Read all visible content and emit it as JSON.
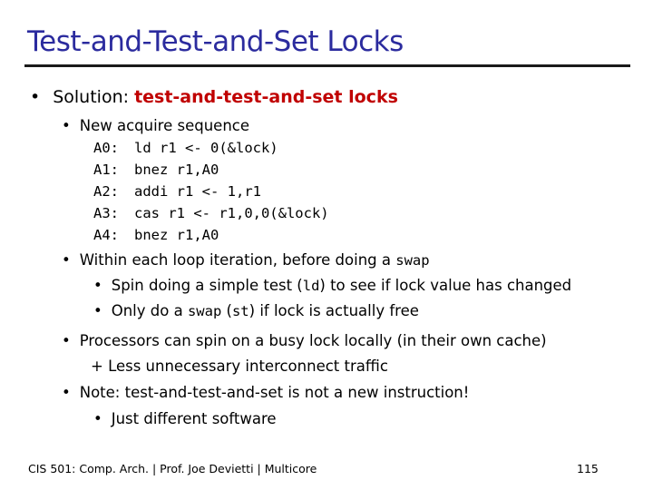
{
  "title": "Test-and-Test-and-Set Locks",
  "bullet1": {
    "prefix": "Solution: ",
    "emphasis": "test-and-test-and-set locks"
  },
  "acquire": {
    "label": "New acquire sequence"
  },
  "code": [
    {
      "label": "A0:",
      "text": "ld r1 <- 0(&lock)"
    },
    {
      "label": "A1:",
      "text": "bnez r1,A0"
    },
    {
      "label": "A2:",
      "text": "addi r1 <- 1,r1"
    },
    {
      "label": "A3:",
      "text": "cas r1 <- r1,0,0(&lock)"
    },
    {
      "label": "A4:",
      "text": "bnez r1,A0"
    }
  ],
  "within": {
    "text": "Within each loop iteration, before doing a ",
    "code": "swap"
  },
  "spin": {
    "pre": "Spin doing a simple test (",
    "code": "ld",
    "post": ") to see if lock value has changed"
  },
  "only": {
    "pre": "Only do a ",
    "code1": "swap",
    "mid": " (",
    "code2": "st",
    "post": ") if lock is actually free"
  },
  "processors": "Processors can spin on a busy lock locally (in their own cache)",
  "less": "+ Less unnecessary interconnect traffic",
  "note": "Note: test-and-test-and-set is not a new instruction!",
  "different": "Just different software",
  "footer": {
    "left": "CIS 501: Comp. Arch.  |  Prof. Joe Devietti  |  Multicore",
    "page": "115"
  },
  "bullet_char": "•"
}
